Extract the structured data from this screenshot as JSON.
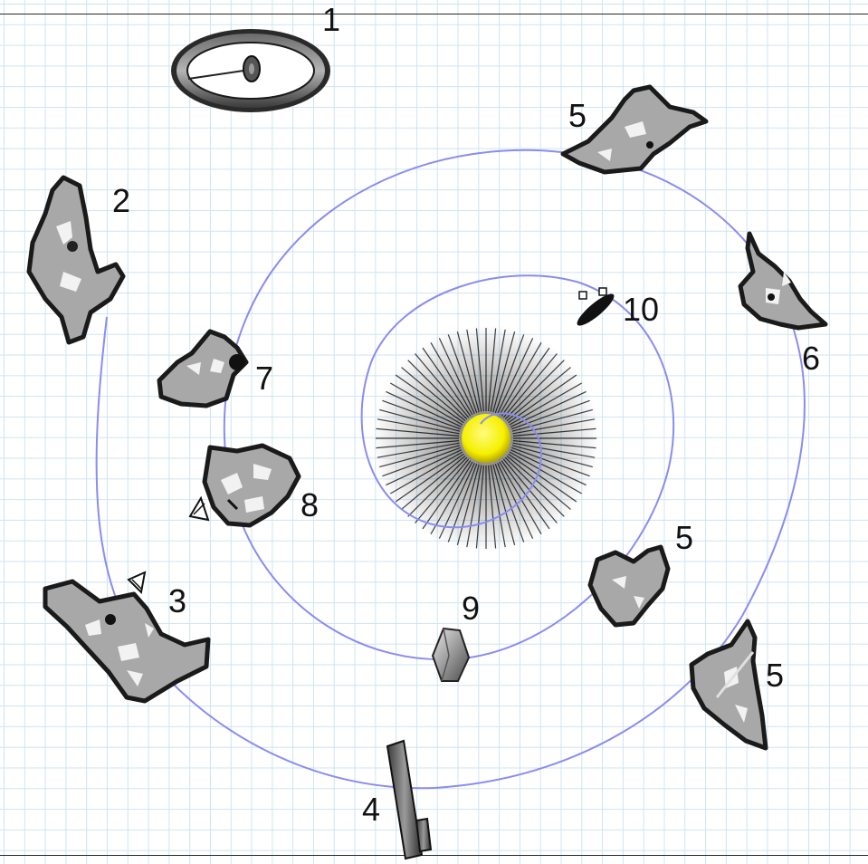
{
  "colors": {
    "grid": "#cfe4f0",
    "orbit": "#8a8cf0",
    "island_fill": "#a7a8a7",
    "island_edge": "#222222",
    "sun_core": "#f6f000",
    "sun_rays": "#000000"
  },
  "labels": {
    "portal": "1",
    "island_2": "2",
    "island_3": "3",
    "tower_4": "4",
    "island_5_top": "5",
    "island_5_mid": "5",
    "island_5_bottom": "5",
    "island_6": "6",
    "island_7": "7",
    "island_8": "8",
    "crystal_9": "9",
    "ship_10": "10"
  },
  "icons": {
    "portal": "ring-portal-icon",
    "sun": "sun-icon",
    "tower": "pillar-tower-icon",
    "crystal": "crystal-icon",
    "ship": "airship-icon",
    "marker": "triangle-marker-icon"
  }
}
